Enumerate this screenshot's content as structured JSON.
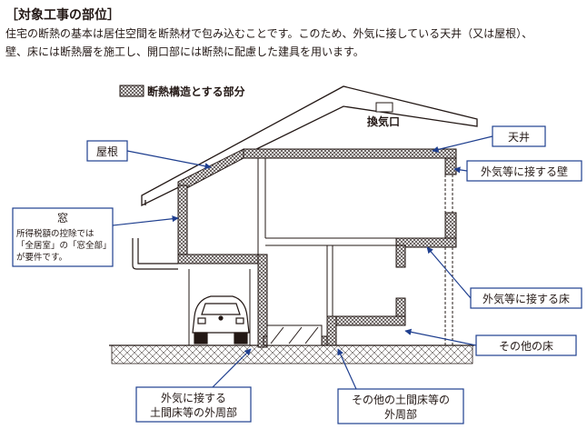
{
  "header": {
    "title": "［対象工事の部位］",
    "intro_line1": "住宅の断熱の基本は居住空間を断熱材で包み込むことです。このため、外気に接している天井（又は屋根）、",
    "intro_line2": "壁、床には断熱層を施工し、開口部には断熱に配慮した建具を用います。"
  },
  "diagram": {
    "legend_label": "断熱構造とする部分",
    "vent_label": "換気口",
    "labels": {
      "roof": "屋根",
      "ceiling": "天井",
      "ext_wall": "外気等に接する壁",
      "ext_floor": "外気等に接する床",
      "other_floor": "その他の床",
      "window_title": "窓",
      "window_note_1": "所得税額の控除では",
      "window_note_2": "「全居室」の「窓全部」",
      "window_note_3": "が要件です。",
      "earth_ext_1": "外気に接する",
      "earth_ext_2": "土間床等の外周部",
      "earth_other_1": "その他の土間床等の",
      "earth_other_2": "外周部"
    },
    "colors": {
      "line": "#231815",
      "leader": "#1f3f8f",
      "insulation_bg": "#f2f2f2"
    }
  }
}
